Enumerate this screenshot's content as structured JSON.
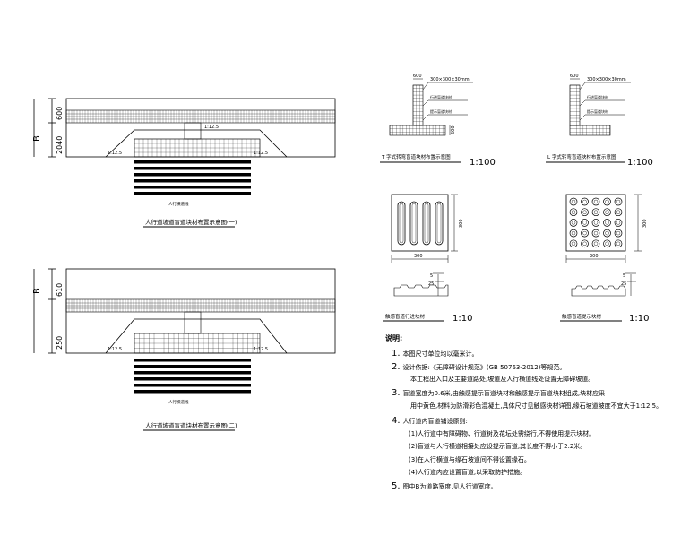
{
  "plan1": {
    "dim_b": "B",
    "dim_2040": "2040",
    "dim_600": "600",
    "slope_top": "1:12.5",
    "slope_left": "1:12.5",
    "slope_right": "1:12.5",
    "crossing_label": "人行横道线",
    "caption": "人行道坡道盲道块材布置示意图(一)"
  },
  "plan2": {
    "dim_b": "B",
    "dim_250": "250",
    "dim_610": "610",
    "slope_left": "1:12.5",
    "slope_right": "1:12.5",
    "crossing_label": "人行横道线",
    "caption": "人行道坡道盲道块材布置示意图(二)"
  },
  "detail_t": {
    "dim_600a": "600",
    "dim_600b": "600",
    "spec": "300×300×30mm",
    "leader1": "行进盲道块材",
    "leader2": "提示盲道块材",
    "caption": "T 字式转弯盲道块材布置示意图",
    "scale": "1:100"
  },
  "detail_l": {
    "dim_600": "600",
    "spec": "300×300×30mm",
    "leader1": "行进盲道块材",
    "leader2": "提示盲道块材",
    "caption": "L 字式转弯盲道块材布置示意图",
    "scale": "1:100"
  },
  "guide_tile": {
    "dim_w": "300",
    "dim_h": "300",
    "dim_s1": "5",
    "dim_s2": "25",
    "caption": "触感盲道行进块材",
    "scale": "1:10"
  },
  "warn_tile": {
    "dim_w": "300",
    "dim_h": "300",
    "dim_s1": "5",
    "dim_s2": "25",
    "caption": "触感盲道提示块材",
    "scale": "1:10"
  },
  "notes": {
    "title": "说明:",
    "items": [
      {
        "num": "1.",
        "text": "本图尺寸单位均以毫米计。"
      },
      {
        "num": "2.",
        "text": "设计依据:《无障碍设计规范》(GB 50763-2012)等规范。"
      },
      {
        "num": "",
        "text": "本工程出入口及主要道路处,坡道及人行横道线处设置无障碍坡道。"
      },
      {
        "num": "3.",
        "text": "盲道宽度为0.6米,由触感提示盲道块材和触感提示盲道块材组成,块材应采"
      },
      {
        "num": "",
        "text": "用中黄色,材料为防滑彩色混凝土,具体尺寸见触感块材详图,缘石坡道坡度不宜大于1:12.5。"
      },
      {
        "num": "4.",
        "text": "人行道内盲道铺设原则:"
      },
      {
        "num": "",
        "text": "(1)人行道中有障碍物、行道树及花坛处需绕行,不得使用提示块材。"
      },
      {
        "num": "",
        "text": "(2)盲道与人行横道相接处应设提示盲道,其长度不得小于2.2米。"
      },
      {
        "num": "",
        "text": "(3)在人行横道与缘石坡道间不得设置缘石。"
      },
      {
        "num": "",
        "text": "(4)人行道内应设置盲道,以采取防护措施。"
      },
      {
        "num": "5.",
        "text": "图中B为道路宽度,见人行道宽度。"
      }
    ]
  }
}
